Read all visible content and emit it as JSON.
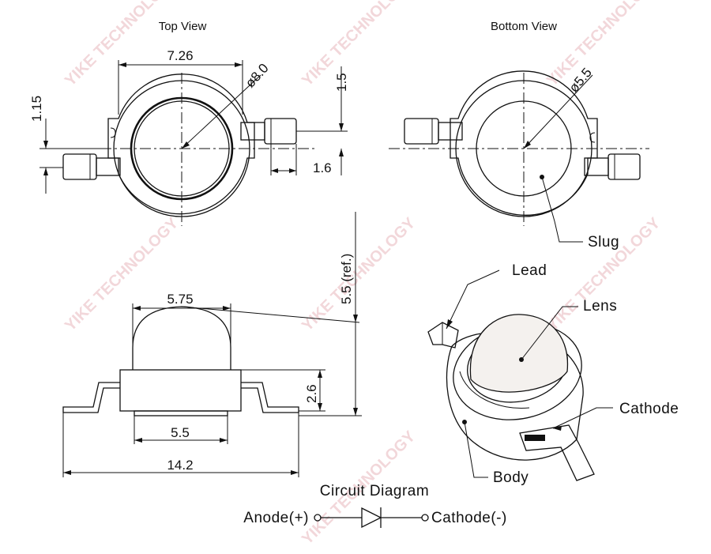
{
  "views": {
    "top": "Top View",
    "bottom": "Bottom View"
  },
  "dimensions": {
    "top_width": "7.26",
    "top_diameter": "ø8.0",
    "top_1_15": "1.15",
    "top_1_5": "1.5",
    "top_1_6": "1.6",
    "bottom_diameter": "ø5.5",
    "side_dome": "5.75",
    "side_base": "5.5",
    "side_total": "14.2",
    "side_height": "2.6",
    "side_ref": "5.5 (ref.)"
  },
  "labels": {
    "slug": "Slug",
    "lead": "Lead",
    "lens": "Lens",
    "cathode": "Cathode",
    "body": "Body"
  },
  "circuit": {
    "title": "Circuit Diagram",
    "anode": "Anode(+)",
    "cathode": "Cathode(-)"
  },
  "watermark": {
    "text": "YIKE TECHNOLOGY",
    "color": "#e8b7bd"
  }
}
